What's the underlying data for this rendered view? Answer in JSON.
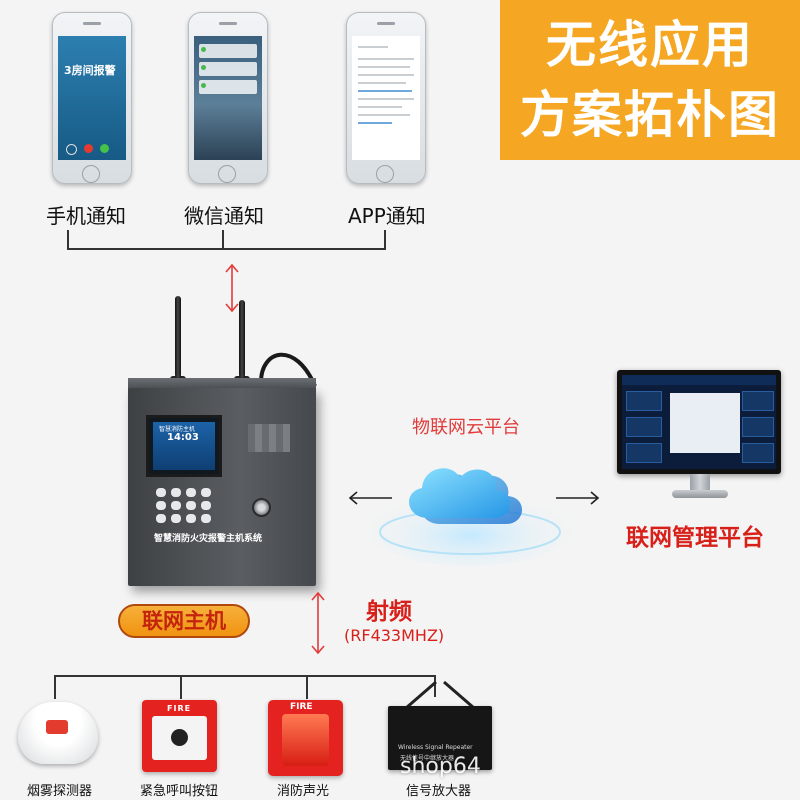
{
  "banner": {
    "line1": "无线应用",
    "line2": "方案拓朴图"
  },
  "phones": {
    "call_screen_text": "3房间报警",
    "labels": [
      "手机通知",
      "微信通知",
      "APP通知"
    ]
  },
  "host": {
    "screen_title": "智慧消防主机",
    "screen_time": "14:03",
    "panel_title": "智慧消防火灾报警主机系统",
    "tag": "联网主机"
  },
  "cloud": {
    "label": "物联网云平台"
  },
  "management": {
    "label": "联网管理平台"
  },
  "rf": {
    "title": "射频",
    "subtitle": "(RF433MHZ)"
  },
  "devices": {
    "callpoint_text": "FIRE",
    "strobe_text": "FIRE",
    "repeater_line1": "Wireless Signal Repeater",
    "repeater_line2": "无线信号中继放大器",
    "labels": [
      "烟雾探测器",
      "紧急呼叫按钮",
      "消防声光",
      "信号放大器"
    ]
  },
  "watermark": "shop64",
  "colors": {
    "banner": "#f5a623",
    "accent_red": "#d8201a",
    "tag_fill": "#f5a623"
  }
}
